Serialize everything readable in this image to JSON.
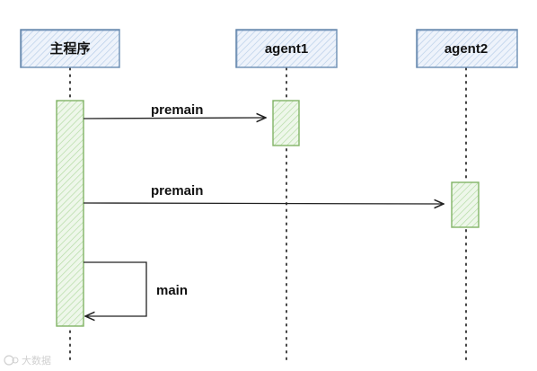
{
  "participants": {
    "main_program": "主程序",
    "agent1": "agent1",
    "agent2": "agent2"
  },
  "messages": {
    "premain_to_agent1": "premain",
    "premain_to_agent2": "premain",
    "self_main": "main"
  },
  "watermark": "大数据",
  "colors": {
    "header_fill": "#dbe7f7",
    "header_stroke": "#5b7fa6",
    "activation_fill": "#d6ecd0",
    "activation_stroke": "#82b366",
    "lifeline": "#444444",
    "arrow": "#222222"
  }
}
